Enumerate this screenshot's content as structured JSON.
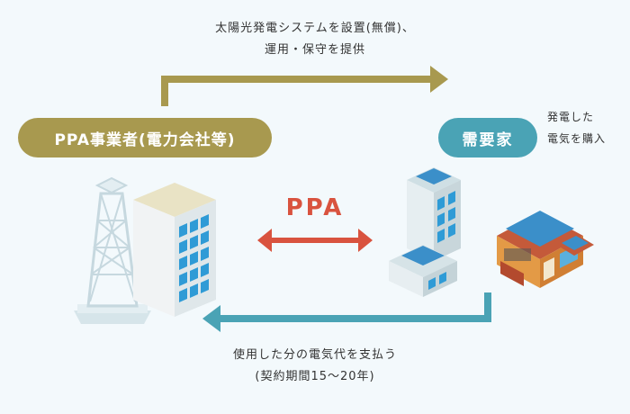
{
  "top_caption": {
    "line1": "太陽光発電システムを設置(無償)、",
    "line2": "運用・保守を提供"
  },
  "bottom_caption": {
    "line1": "使用した分の電気代を支払う",
    "line2": "(契約期間15〜20年)"
  },
  "provider_label": "PPA事業者(電力会社等)",
  "consumer_label": "需要家",
  "consumer_note": {
    "line1": "発電した",
    "line2": "電気を購入"
  },
  "contract_label": "PPA",
  "colors": {
    "provider": "#a8994f",
    "consumer": "#4aa3b5",
    "contract": "#d9533f"
  }
}
